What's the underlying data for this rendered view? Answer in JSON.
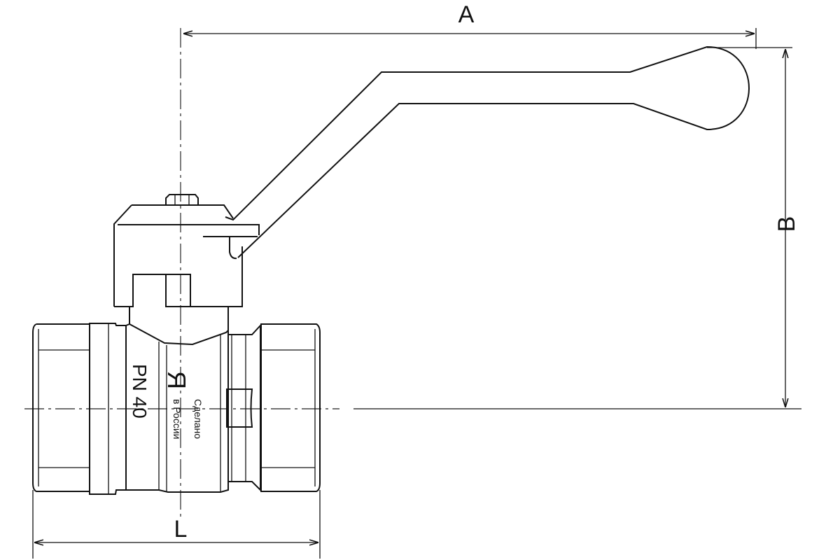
{
  "title": "Ball valve dimension drawing",
  "dimensions": {
    "a": "A",
    "b": "B",
    "l": "L"
  },
  "body_markings": {
    "pressure": "PN 40",
    "made_line1": "Сделано",
    "made_line2": "в России",
    "logo_letter": "Я"
  },
  "colors": {
    "line": "#111111",
    "background": "#ffffff"
  }
}
